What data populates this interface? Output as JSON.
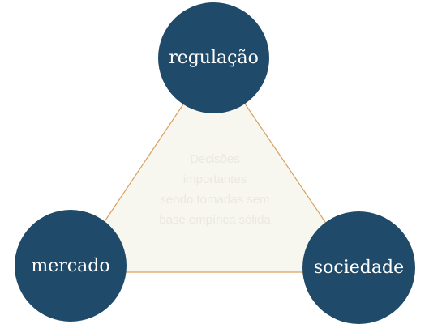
{
  "nodes": {
    "top": "regulação",
    "left": "mercado",
    "right": "sociedade"
  },
  "center_text": {
    "lines": [
      "Decisões",
      "importantes",
      "sendo tomadas sem",
      "base empírica sólida"
    ]
  },
  "colors": {
    "node_fill": "#1f4a69",
    "node_text": "#ffffff",
    "triangle_fill": "#f7f6ef",
    "triangle_stroke": "#d9a05a",
    "center_text": "#eae8df"
  }
}
